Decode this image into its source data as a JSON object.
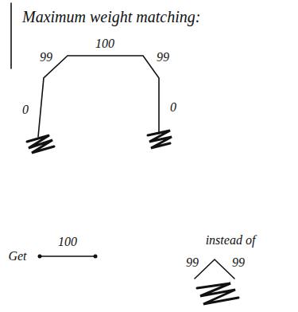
{
  "diagram": {
    "title": "Maximum weight matching:",
    "labels": [
      "99",
      "100",
      "99",
      "0",
      "0",
      "Get",
      "100",
      "instead of",
      "99",
      "99"
    ]
  }
}
